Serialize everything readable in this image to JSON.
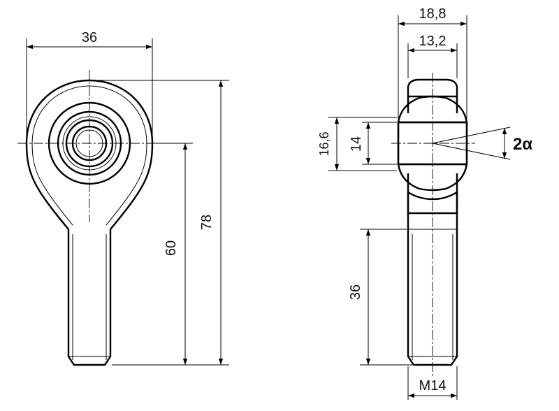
{
  "dimensions": {
    "front_width": "36",
    "front_total_height": "78",
    "front_center_to_end": "60",
    "side_outer_width": "18,8",
    "side_inner_width": "13,2",
    "ball_outer_dia": "16,6",
    "bore_dia": "14",
    "tilt_angle_prefix": "2",
    "tilt_angle_symbol": "α",
    "thread_length": "36",
    "thread_size": "M14"
  }
}
